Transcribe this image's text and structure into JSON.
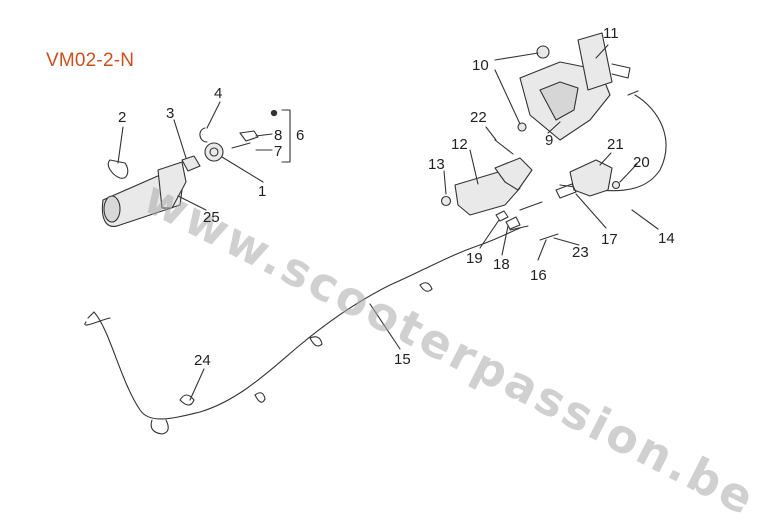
{
  "diagram": {
    "code": "VM02-2-N",
    "watermark": "www.scooterpassion.be",
    "callouts": [
      "1",
      "2",
      "3",
      "4",
      "6",
      "7",
      "8",
      "9",
      "10",
      "11",
      "12",
      "13",
      "14",
      "15",
      "16",
      "17",
      "18",
      "19",
      "20",
      "21",
      "22",
      "23",
      "24",
      "25"
    ]
  },
  "colors": {
    "code": "#c9511f",
    "lines": "#333333",
    "parts": "#e9e9e9",
    "watermark": "#aaaaaa"
  }
}
